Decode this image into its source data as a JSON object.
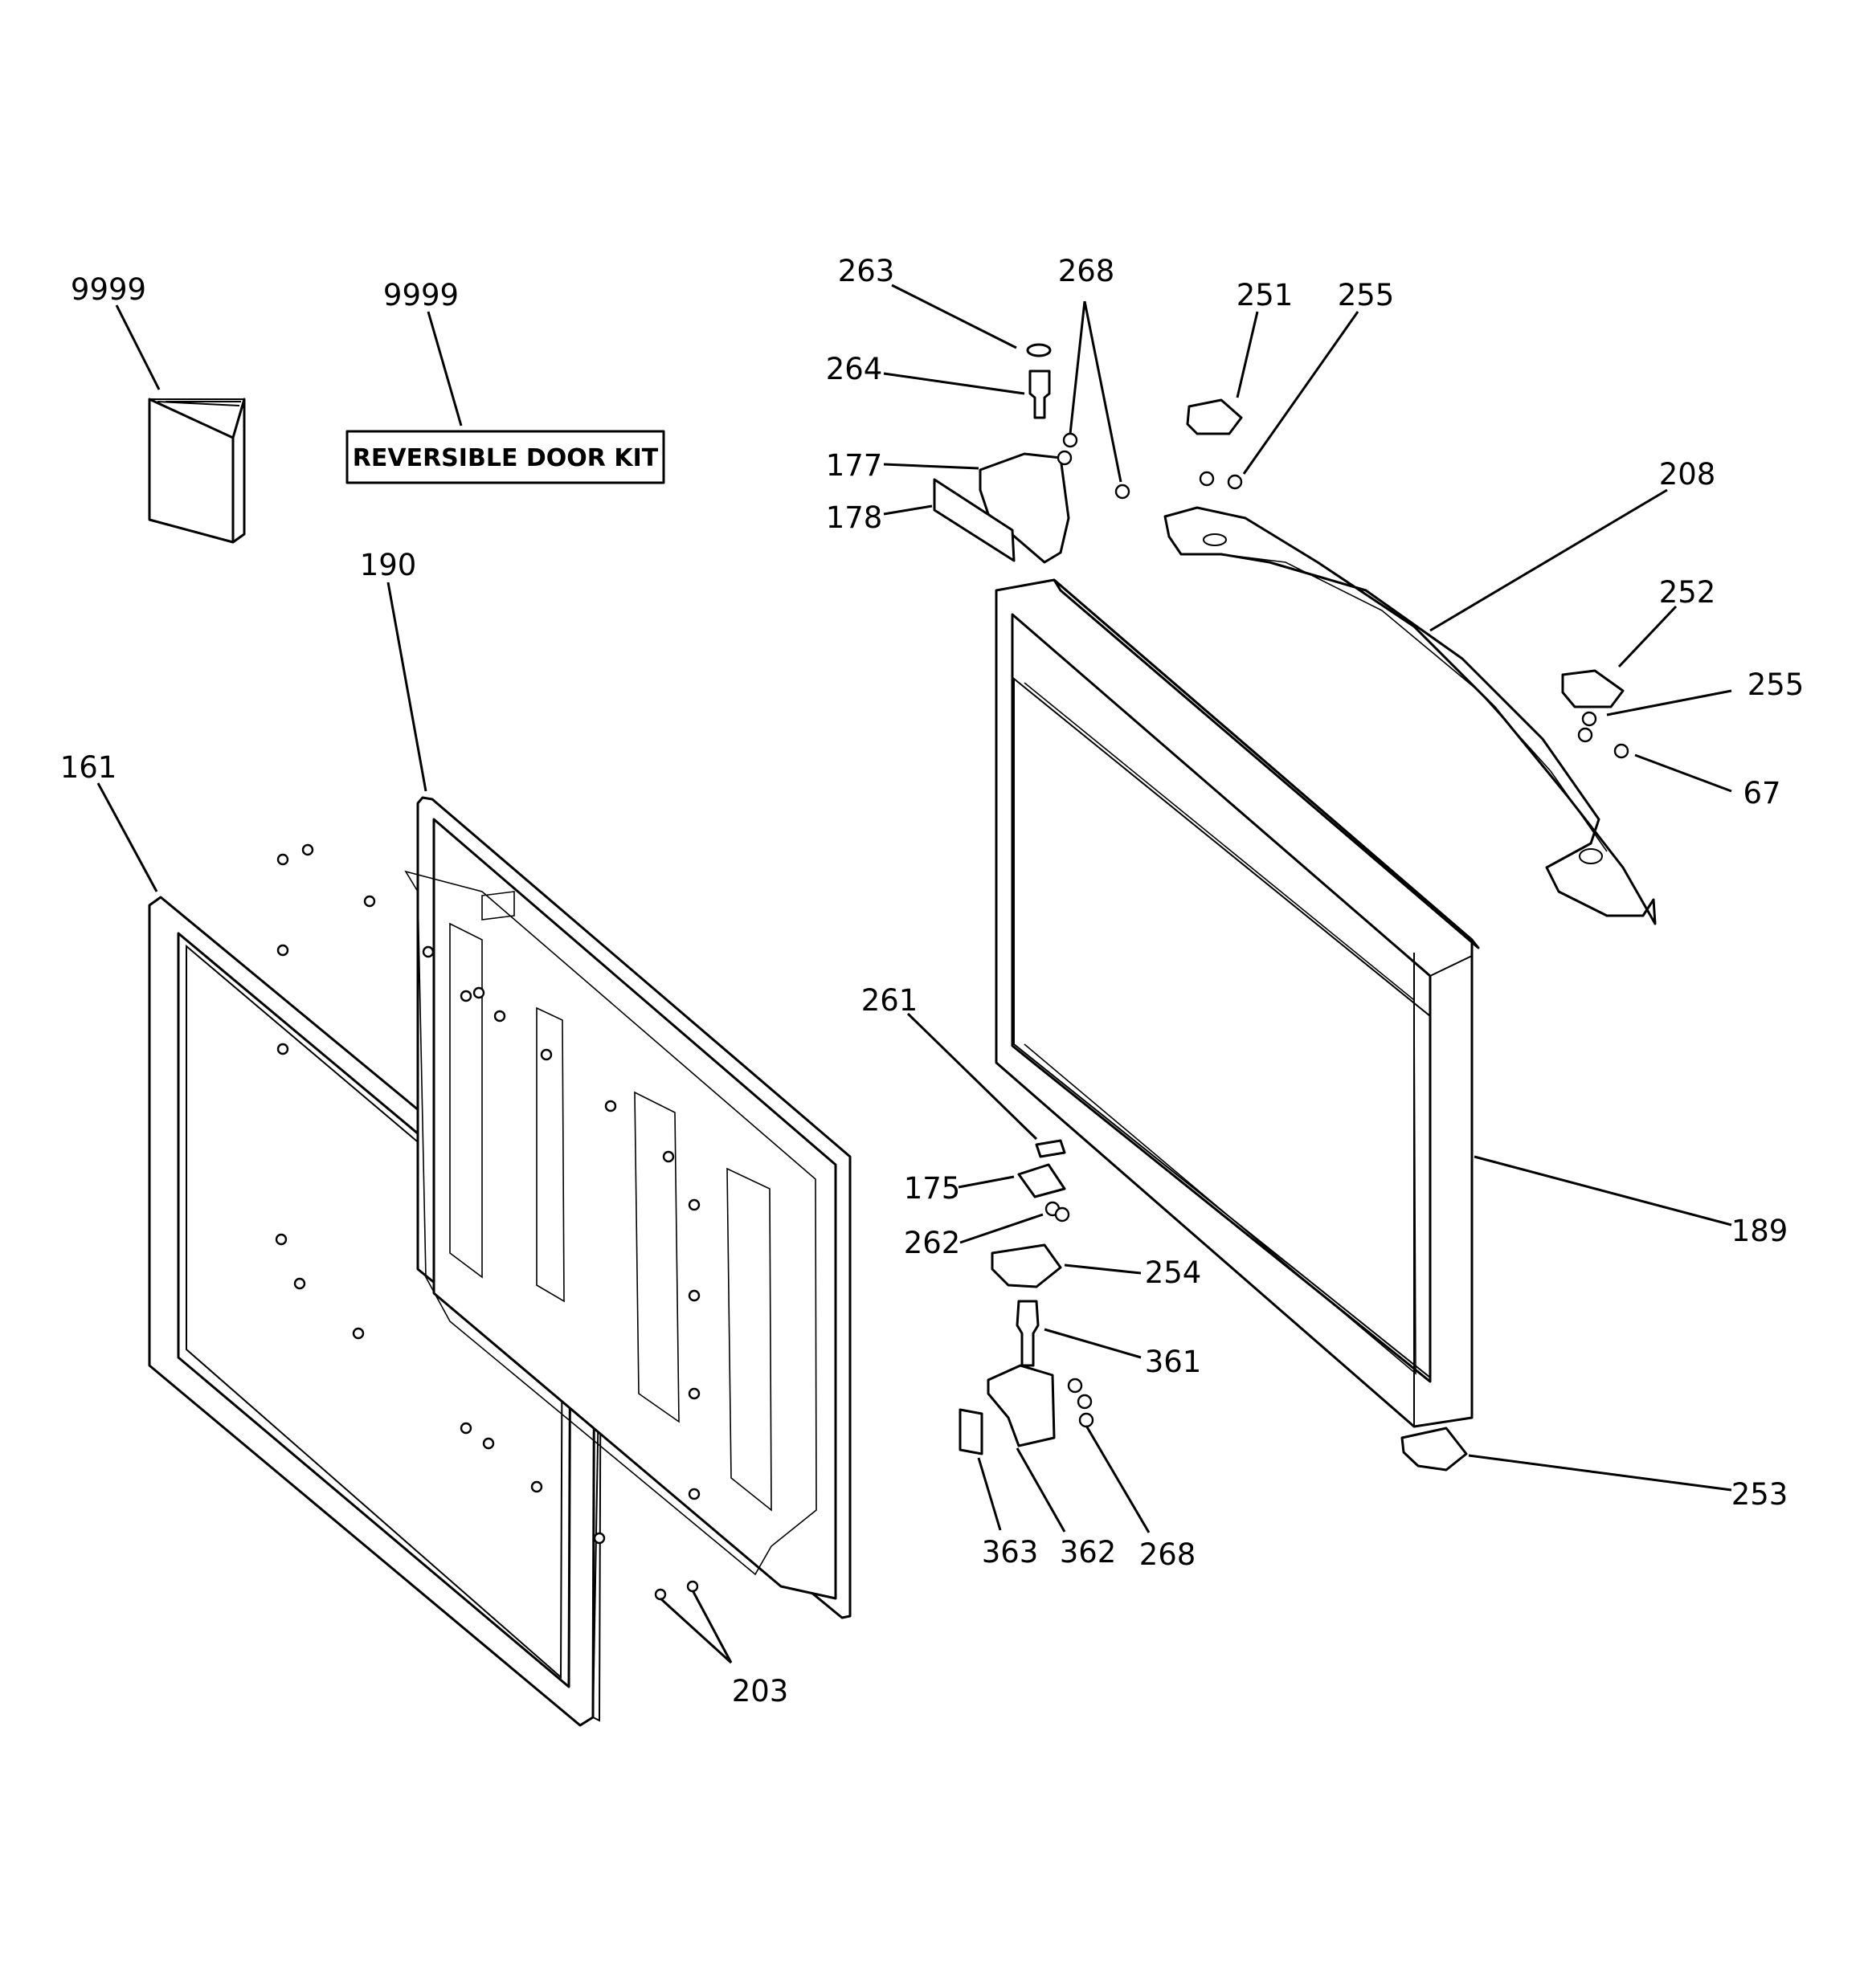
{
  "diagram": {
    "kit_label": "REVERSIBLE DOOR KIT",
    "callouts": {
      "c9999a": "9999",
      "c9999b": "9999",
      "c263": "263",
      "c268a": "268",
      "c251": "251",
      "c255a": "255",
      "c264": "264",
      "c177": "177",
      "c178": "178",
      "c208": "208",
      "c252": "252",
      "c255b": "255",
      "c67": "67",
      "c190": "190",
      "c161": "161",
      "c261": "261",
      "c175": "175",
      "c262": "262",
      "c254": "254",
      "c189": "189",
      "c361": "361",
      "c253": "253",
      "c363": "363",
      "c362": "362",
      "c268b": "268",
      "c203": "203"
    }
  }
}
